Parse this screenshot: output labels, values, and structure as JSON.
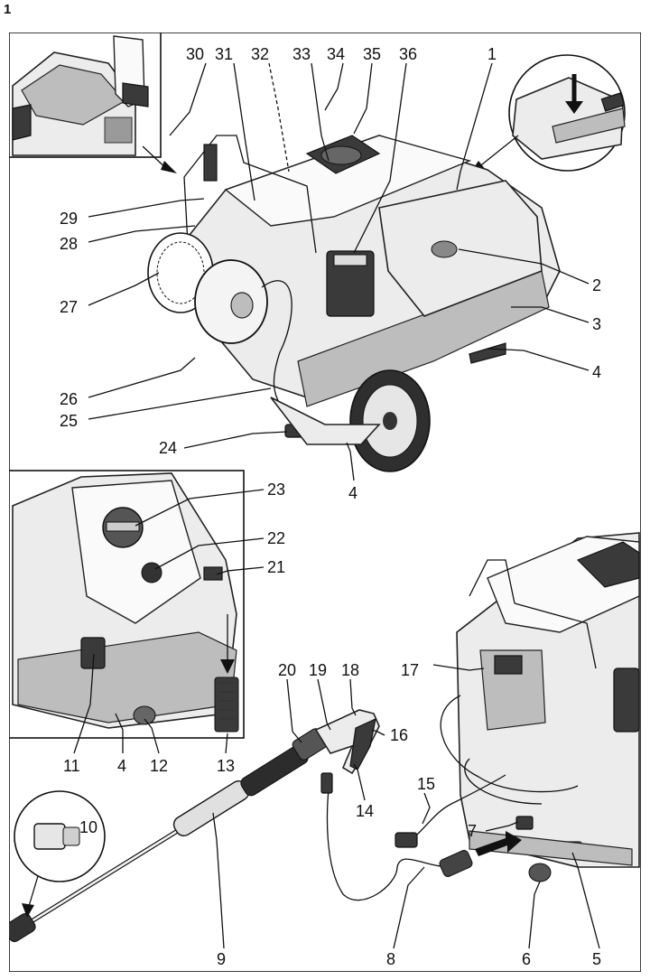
{
  "figure_number": "1",
  "callouts": {
    "c1": "1",
    "c2": "2",
    "c3": "3",
    "c4a": "4",
    "c4b": "4",
    "c4c": "4",
    "c5": "5",
    "c6": "6",
    "c7": "7",
    "c8": "8",
    "c9": "9",
    "c10": "10",
    "c11": "11",
    "c12": "12",
    "c13": "13",
    "c14": "14",
    "c15": "15",
    "c16": "16",
    "c17": "17",
    "c18": "18",
    "c19": "19",
    "c20": "20",
    "c21": "21",
    "c22": "22",
    "c23": "23",
    "c24": "24",
    "c25": "25",
    "c26": "26",
    "c27": "27",
    "c28": "28",
    "c29": "29",
    "c30": "30",
    "c31": "31",
    "c32": "32",
    "c33": "33",
    "c34": "34",
    "c35": "35",
    "c36": "36"
  }
}
